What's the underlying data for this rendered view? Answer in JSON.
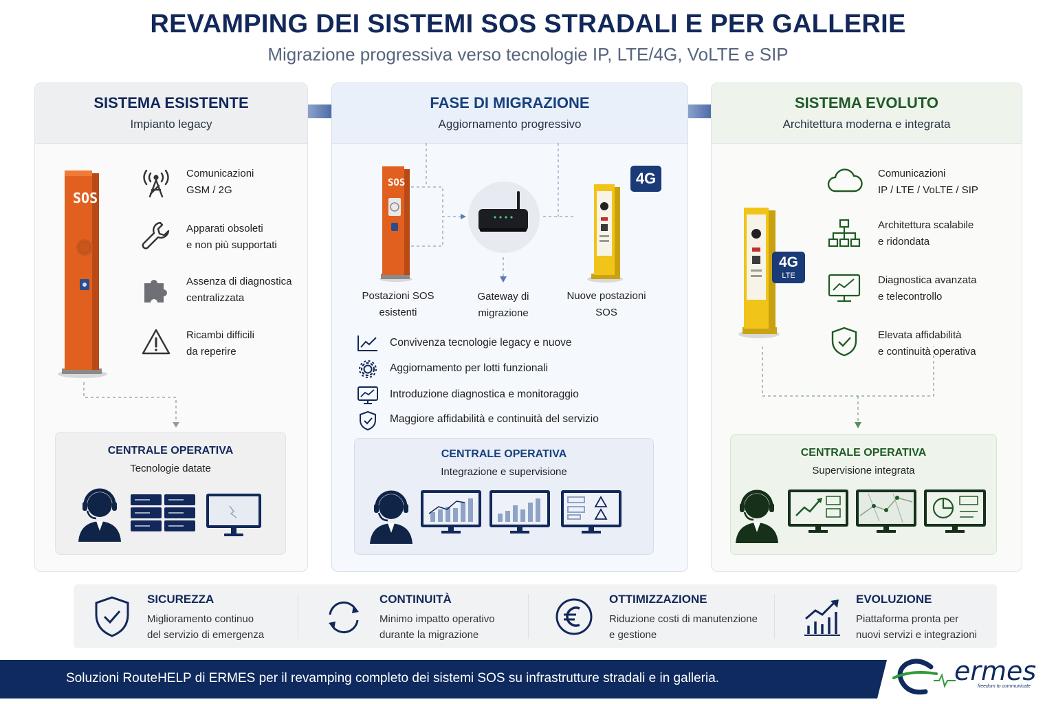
{
  "header": {
    "title": "REVAMPING DEI SISTEMI SOS STRADALI E PER GALLERIE",
    "subtitle": "Migrazione progressiva verso tecnologie IP, LTE/4G, VoLTE e SIP"
  },
  "existing": {
    "title": "SISTEMA ESISTENTE",
    "subtitle": "Impianto legacy",
    "sos_label": "SOS",
    "features": [
      {
        "line1": "Comunicazioni",
        "line2": "GSM / 2G",
        "icon": "antenna-icon"
      },
      {
        "line1": "Apparati obsoleti",
        "line2": "e non più supportati",
        "icon": "wrench-icon"
      },
      {
        "line1": "Assenza di diagnostica",
        "line2": "centralizzata",
        "icon": "puzzle-icon"
      },
      {
        "line1": "Ricambi difficili",
        "line2": "da reperire",
        "icon": "warning-icon"
      }
    ],
    "central": {
      "title": "CENTRALE OPERATIVA",
      "subtitle": "Tecnologie datate"
    }
  },
  "migration": {
    "title": "FASE DI MIGRAZIONE",
    "subtitle": "Aggiornamento progressivo",
    "badge": "4G",
    "sos_label": "SOS",
    "nodes": [
      {
        "line1": "Postazioni SOS",
        "line2": "esistenti"
      },
      {
        "line1": "Gateway di",
        "line2": "migrazione"
      },
      {
        "line1": "Nuove postazioni",
        "line2": "SOS"
      }
    ],
    "items": [
      {
        "text": "Convivenza tecnologie legacy e nuove",
        "icon": "trend-chart-icon"
      },
      {
        "text": "Aggiornamento per lotti funzionali",
        "icon": "gear-icon"
      },
      {
        "text": "Introduzione diagnostica e monitoraggio",
        "icon": "monitor-chart-icon"
      },
      {
        "text": "Maggiore affidabilità e continuità del servizio",
        "icon": "shield-check-icon"
      }
    ],
    "central": {
      "title": "CENTRALE OPERATIVA",
      "subtitle": "Integrazione e supervisione"
    }
  },
  "evolved": {
    "title": "SISTEMA EVOLUTO",
    "subtitle": "Architettura moderna e integrata",
    "badge_main": "4G",
    "badge_sub": "LTE",
    "features": [
      {
        "line1": "Comunicazioni",
        "line2": "IP / LTE / VoLTE / SIP",
        "icon": "cloud-icon"
      },
      {
        "line1": "Architettura scalabile",
        "line2": "e ridondata",
        "icon": "network-icon"
      },
      {
        "line1": "Diagnostica avanzata",
        "line2": "e telecontrollo",
        "icon": "monitor-chart-icon"
      },
      {
        "line1": "Elevata affidabilità",
        "line2": "e continuità operativa",
        "icon": "shield-check-icon"
      }
    ],
    "central": {
      "title": "CENTRALE OPERATIVA",
      "subtitle": "Supervisione integrata"
    }
  },
  "benefits": [
    {
      "title": "SICUREZZA",
      "line1": "Miglioramento continuo",
      "line2": "del servizio di emergenza",
      "icon": "shield-check-icon"
    },
    {
      "title": "CONTINUITÀ",
      "line1": "Minimo impatto operativo",
      "line2": "durante la migrazione",
      "icon": "refresh-icon"
    },
    {
      "title": "OTTIMIZZAZIONE",
      "line1": "Riduzione costi di manutenzione",
      "line2": "e gestione",
      "icon": "euro-icon"
    },
    {
      "title": "EVOLUZIONE",
      "line1": "Piattaforma pronta per",
      "line2": "nuovi servizi e integrazioni",
      "icon": "growth-chart-icon"
    }
  ],
  "footer": {
    "text": "Soluzioni RouteHELP di ERMES per il revamping completo dei sistemi SOS su infrastrutture stradali e in galleria.",
    "logo": "ermes",
    "tagline": "freedom to communicate"
  },
  "colors": {
    "navy": "#12285a",
    "orange": "#e2601f",
    "yellow": "#f0c419",
    "green": "#1f5a25",
    "footer_bg": "#0f2a5e"
  }
}
